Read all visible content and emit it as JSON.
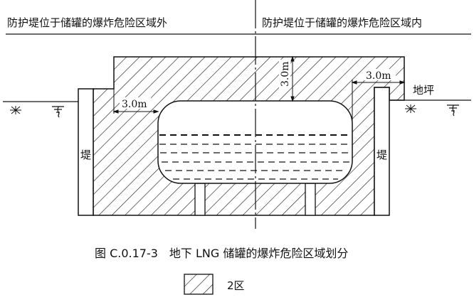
{
  "header": {
    "left": "防护堤位于储罐的爆炸危险区域外",
    "right": "防护堤位于储罐的爆炸危险区域内"
  },
  "labels": {
    "dim_left": "3.0m",
    "dim_top": "3.0m",
    "dim_right": "3.0m",
    "ground": "地坪",
    "dike_left": "堤",
    "dike_right": "堤"
  },
  "caption": "图 C.0.17-3　地下 LNG 储罐的爆炸危险区域划分",
  "legend": {
    "label": "2区"
  }
}
